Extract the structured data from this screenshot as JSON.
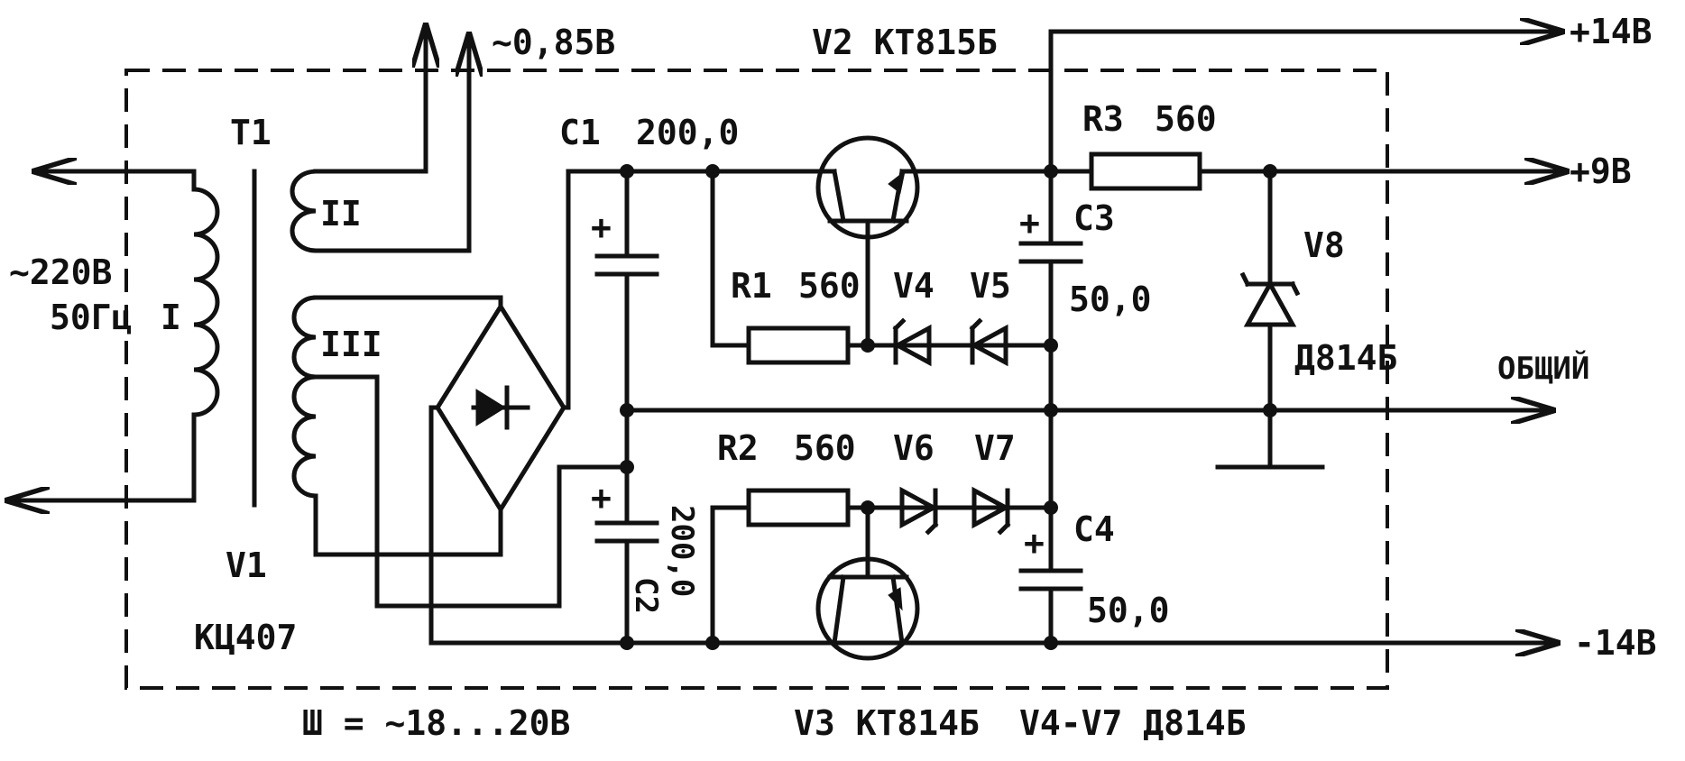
{
  "diagram": {
    "transformer": {
      "ref": "T1",
      "input_voltage": "~220В",
      "input_freq": "50Гц",
      "winding_1": "I",
      "winding_2": "II",
      "winding_3": "III",
      "winding_3_voltage": "Ш = ~18...20В",
      "output_ac": "~0,85В"
    },
    "bridge": {
      "ref": "V1",
      "part": "КЦ407"
    },
    "c1": {
      "ref": "C1",
      "value": "200,0"
    },
    "c2": {
      "ref": "C2",
      "value": "200,0"
    },
    "c3": {
      "ref": "C3",
      "value": "50,0"
    },
    "c4": {
      "ref": "C4",
      "value": "50,0"
    },
    "r1": {
      "ref": "R1",
      "value": "560"
    },
    "r2": {
      "ref": "R2",
      "value": "560"
    },
    "r3": {
      "ref": "R3",
      "value": "560"
    },
    "v2": {
      "label": "V2 КТ815Б"
    },
    "v3": {
      "label": "V3 КТ814Б"
    },
    "v4": "V4",
    "v5": "V5",
    "v6": "V6",
    "v7": "V7",
    "v4v7": "V4-V7 Д814Б",
    "v8": {
      "ref": "V8",
      "part": "Д814Б"
    },
    "outputs": {
      "p14": "+14В",
      "p9": "+9В",
      "common": "ОБЩИЙ",
      "m14": "-14В"
    },
    "polarity_plus": "+"
  }
}
